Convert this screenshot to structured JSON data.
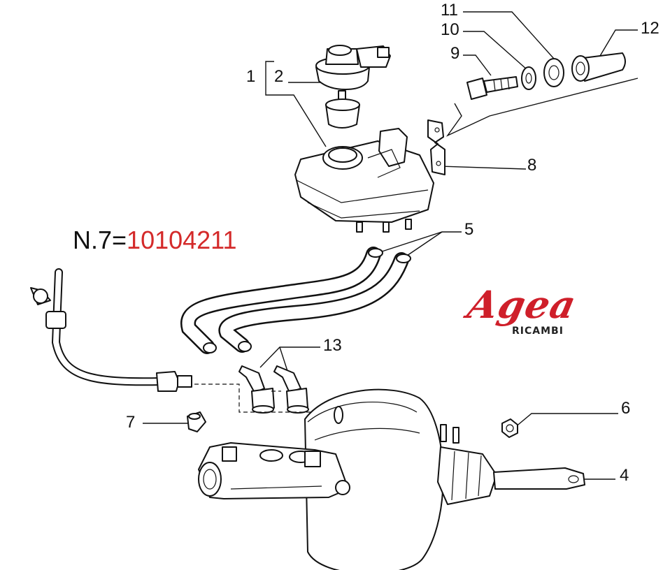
{
  "note": {
    "prefix": "N.7=",
    "part_number": "10104211"
  },
  "brand": {
    "name": "Agea",
    "tagline": "RICAMBI",
    "color": "#cf1f2a"
  },
  "note_color": "#d42a2a",
  "callouts": {
    "c1": "1",
    "c2": "2",
    "c4": "4",
    "c5": "5",
    "c6": "6",
    "c7": "7",
    "c8": "8",
    "c9": "9",
    "c10": "10",
    "c11": "11",
    "c12": "12",
    "c13": "13"
  }
}
